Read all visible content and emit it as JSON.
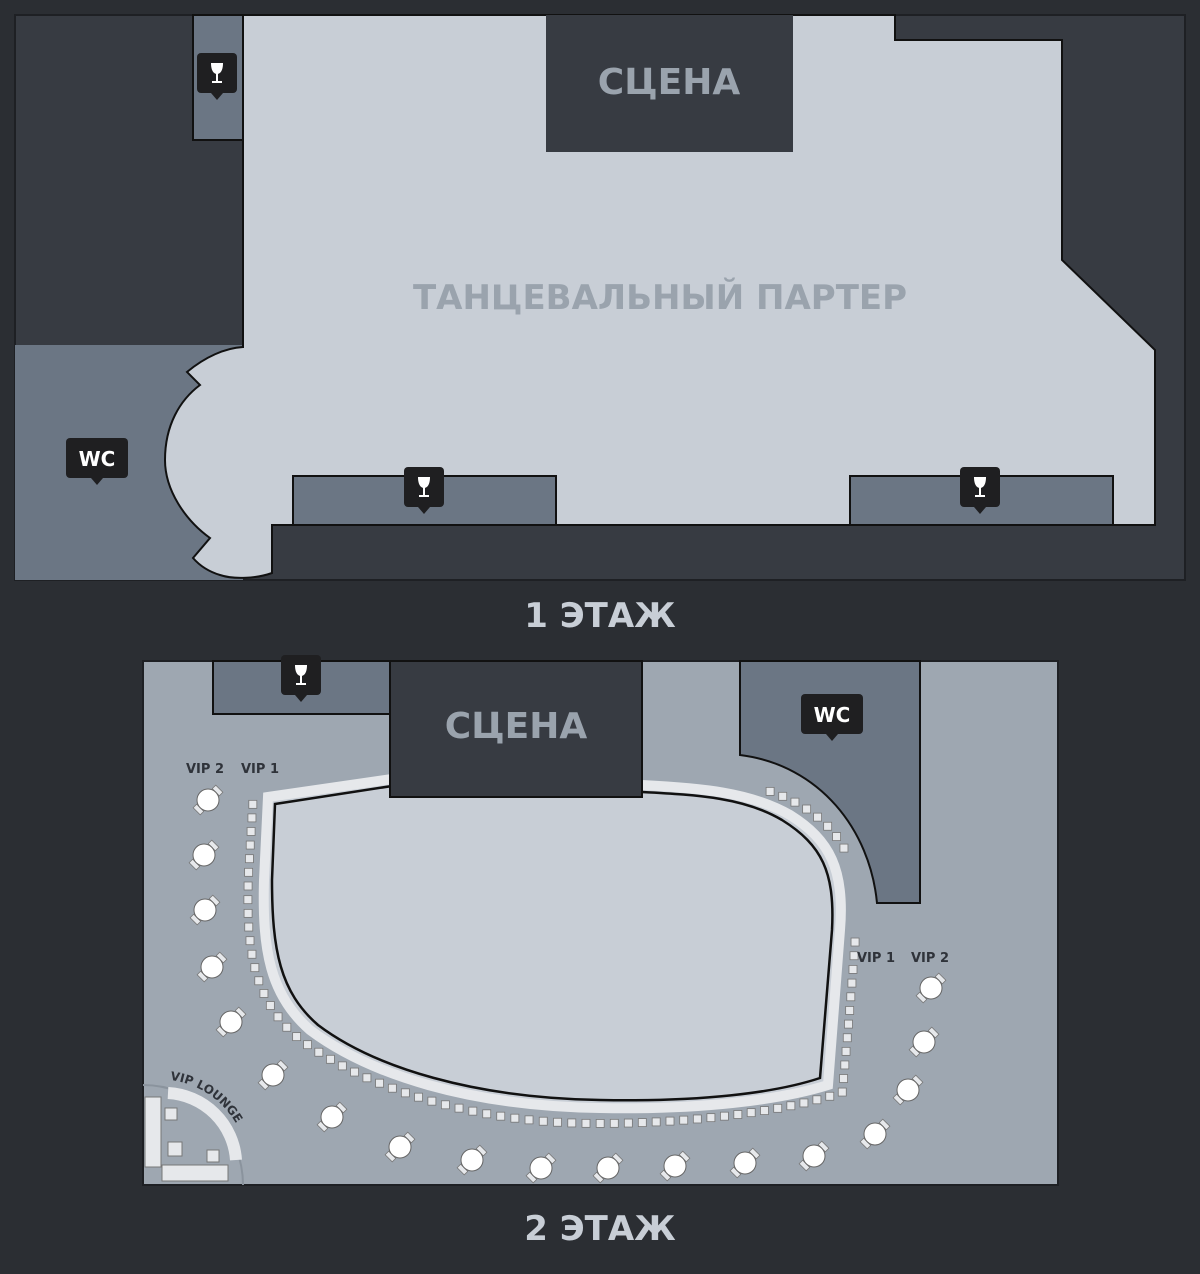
{
  "colors": {
    "background": "#2b2e33",
    "dark": "#373b42",
    "floor": "#c8ced6",
    "zone": "#6b7684",
    "floor2_bg": "#9ea7b1",
    "label": "#9aa3ad",
    "pin": "#1f1f21"
  },
  "floor1": {
    "title": "1 ЭТАЖ",
    "stage_label": "СЦЕНА",
    "dance_floor_label": "ТАНЦЕВАЛЬНЫЙ ПАРТЕР",
    "wc_label": "WC",
    "bars": [
      "bar-icon",
      "bar-icon",
      "bar-icon"
    ]
  },
  "floor2": {
    "title": "2 ЭТАЖ",
    "stage_label": "СЦЕНА",
    "wc_label": "WC",
    "vip_left": {
      "vip2": "VIP 2",
      "vip1": "VIP 1"
    },
    "vip_right": {
      "vip1": "VIP 1",
      "vip2": "VIP 2"
    },
    "vip_lounge_label": "VIP LOUNGE",
    "bars": [
      "bar-icon"
    ]
  }
}
